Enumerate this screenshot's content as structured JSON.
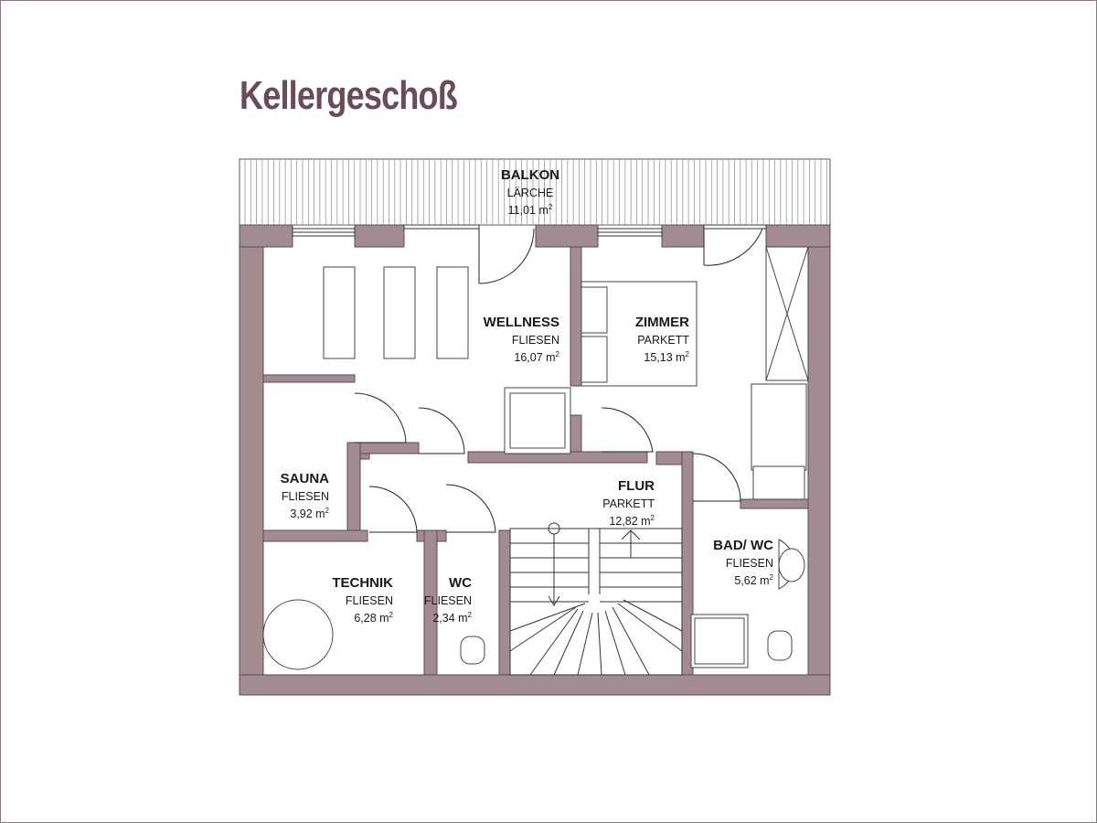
{
  "title": "Kellergeschoß",
  "colors": {
    "wall": "#a28b91",
    "wall_stroke": "#5a4a4f",
    "title": "#6b4c55"
  },
  "rooms": [
    {
      "id": "balkon",
      "name": "BALKON",
      "floor": "LÄRCHE",
      "area": "11,01 m",
      "unit_exp": "2"
    },
    {
      "id": "wellness",
      "name": "WELLNESS",
      "floor": "FLIESEN",
      "area": "16,07 m",
      "unit_exp": "2"
    },
    {
      "id": "zimmer",
      "name": "ZIMMER",
      "floor": "PARKETT",
      "area": "15,13 m",
      "unit_exp": "2"
    },
    {
      "id": "sauna",
      "name": "SAUNA",
      "floor": "FLIESEN",
      "area": "3,92 m",
      "unit_exp": "2"
    },
    {
      "id": "flur",
      "name": "FLUR",
      "floor": "PARKETT",
      "area": "12,82 m",
      "unit_exp": "2"
    },
    {
      "id": "technik",
      "name": "TECHNIK",
      "floor": "FLIESEN",
      "area": "6,28 m",
      "unit_exp": "2"
    },
    {
      "id": "wc",
      "name": "WC",
      "floor": "FLIESEN",
      "area": "2,34 m",
      "unit_exp": "2"
    },
    {
      "id": "badwc",
      "name": "BAD/ WC",
      "floor": "FLIESEN",
      "area": "5,62 m",
      "unit_exp": "2"
    }
  ]
}
